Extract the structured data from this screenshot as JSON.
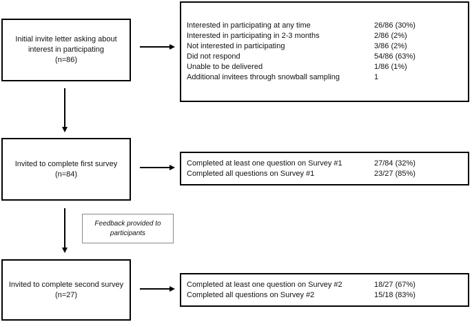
{
  "stage1": {
    "text": "Initial invite letter asking about interest in participating",
    "n": "(n=86)",
    "outcomes": [
      {
        "label": "Interested in participating at any time",
        "value": "26/86 (30%)"
      },
      {
        "label": "Interested in participating in 2-3 months",
        "value": "2/86 (2%)"
      },
      {
        "label": "Not interested in participating",
        "value": "3/86 (2%)"
      },
      {
        "label": "Did not respond",
        "value": "54/86 (63%)"
      },
      {
        "label": "Unable to be delivered",
        "value": "1/86 (1%)"
      },
      {
        "label": "Additional invitees through snowball sampling",
        "value": "1"
      }
    ]
  },
  "stage2": {
    "text": "Invited to complete first survey",
    "n": "(n=84)",
    "outcomes": [
      {
        "label": "Completed at least one question on Survey #1",
        "value": "27/84 (32%)"
      },
      {
        "label": "Completed all questions on Survey #1",
        "value": "23/27 (85%)"
      }
    ]
  },
  "feedback": {
    "text": "Feedback provided to participants"
  },
  "stage3": {
    "text": "Invited to complete second survey",
    "n": "(n=27)",
    "outcomes": [
      {
        "label": "Completed at least one question on Survey #2",
        "value": "18/27 (67%)"
      },
      {
        "label": "Completed all questions on Survey #2",
        "value": "15/18 (83%)"
      }
    ]
  }
}
